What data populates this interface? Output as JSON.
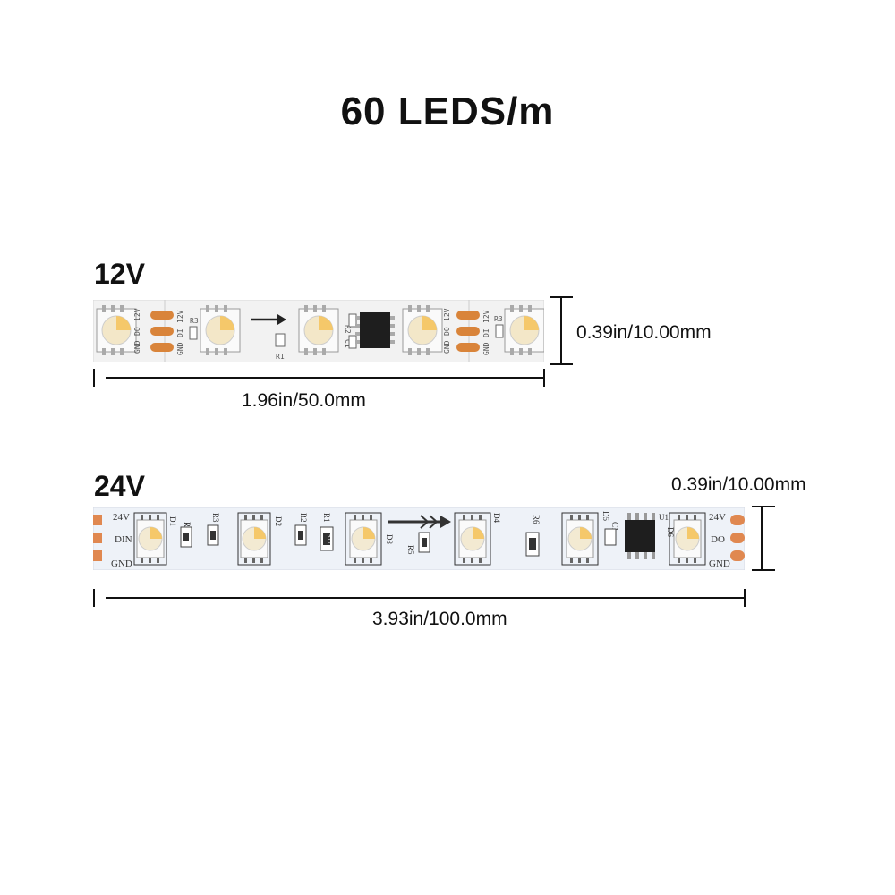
{
  "title": "60 LEDS/m",
  "strip_12v": {
    "label": "12V",
    "width_dimension": "1.96in/50.0mm",
    "height_dimension": "0.39in/10.00mm",
    "silkscreen": {
      "pads_left": [
        "GND",
        "DO",
        "12V"
      ],
      "pads_mid": [
        "GND",
        "DI",
        "12V"
      ],
      "pads_right": [
        "GND",
        "DO",
        "12V"
      ],
      "pads_right2": [
        "GND",
        "DI",
        "12V"
      ],
      "r3a": "R3",
      "r3b": "R3",
      "r1": "R1",
      "r2": "R2",
      "c1": "C1"
    }
  },
  "strip_24v": {
    "label": "24V",
    "width_dimension": "3.93in/100.0mm",
    "height_dimension": "0.39in/10.00mm",
    "silkscreen": {
      "left_pads": [
        "24V",
        "DIN",
        "GND"
      ],
      "right_pads": [
        "24V",
        "DO",
        "GND"
      ],
      "d1": "D1",
      "r4": "R4",
      "r3": "R3",
      "d2": "D2",
      "r2": "R2",
      "r1": "R1",
      "d3": "D3",
      "r5": "R5",
      "d4": "D4",
      "r6": "R6",
      "d5": "D5",
      "c1": "C1",
      "u1": "U1",
      "d6": "D6",
      "resistor_code": "511"
    }
  },
  "colors": {
    "pcb_12v": "#f2f2f2",
    "pcb_24v": "#eef2f8",
    "copper": "#d9843a",
    "copper_24v": "#e08850",
    "led_warm": "#f5c86a",
    "ic": "#1e1e1e"
  }
}
